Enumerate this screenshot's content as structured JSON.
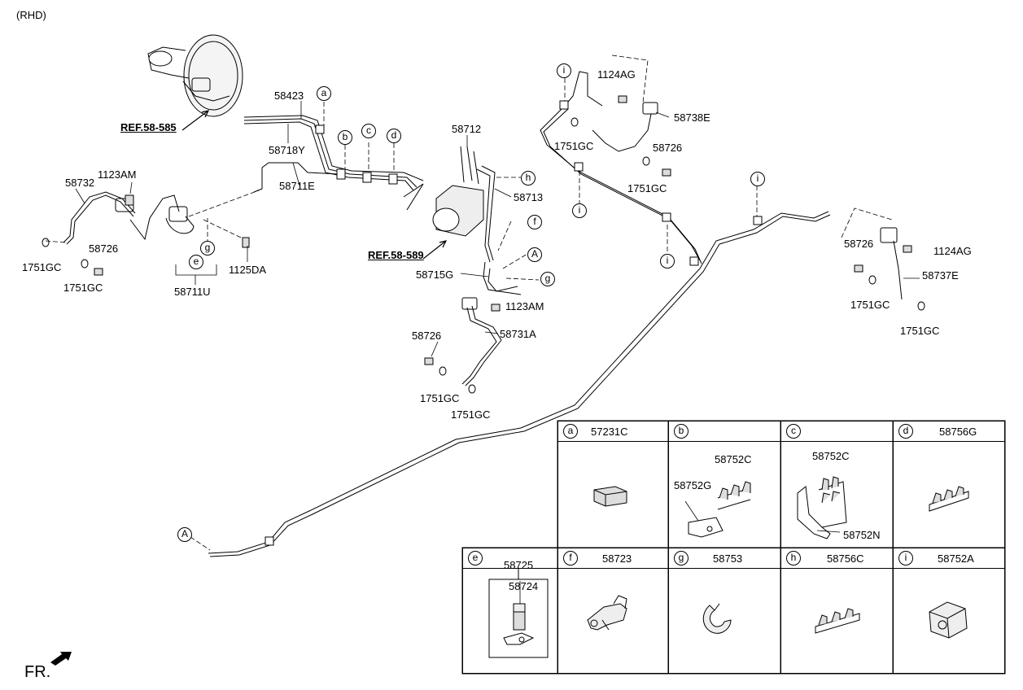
{
  "header": {
    "variant": "(RHD)"
  },
  "footer": {
    "direction": "FR."
  },
  "refs": {
    "booster": "REF.58-585",
    "hecu": "REF.58-589"
  },
  "labels": {
    "p58423": "58423",
    "p58718Y": "58718Y",
    "p58711E": "58711E",
    "p1123AM_top": "1123AM",
    "p58732": "58732",
    "p58726_left": "58726",
    "p1751GC_l1": "1751GC",
    "p1751GC_l2": "1751GC",
    "p1125DA": "1125DA",
    "p58711U": "58711U",
    "p58712": "58712",
    "p58713": "58713",
    "p58715G": "58715G",
    "p1123AM_mid": "1123AM",
    "p58731A": "58731A",
    "p58726_mid": "58726",
    "p1751GC_m1": "1751GC",
    "p1751GC_m2": "1751GC",
    "p1124AG_top": "1124AG",
    "p58738E": "58738E",
    "p1751GC_t1": "1751GC",
    "p58726_top": "58726",
    "p1751GC_t2": "1751GC",
    "p58726_right": "58726",
    "p1124AG_right": "1124AG",
    "p58737E": "58737E",
    "p1751GC_r1": "1751GC",
    "p1751GC_r2": "1751GC"
  },
  "callouts": {
    "a": "a",
    "b": "b",
    "c": "c",
    "d": "d",
    "e": "e",
    "f": "f",
    "g": "g",
    "h": "h",
    "i": "i",
    "A": "A"
  },
  "legend": {
    "a": {
      "letter": "a",
      "part": "57231C"
    },
    "b": {
      "letter": "b",
      "sub1": "58752C",
      "sub2": "58752G"
    },
    "c": {
      "letter": "c",
      "sub1": "58752C",
      "sub2": "58752N"
    },
    "d": {
      "letter": "d",
      "part": "58756G"
    },
    "e": {
      "letter": "e",
      "sub1": "58725",
      "sub2": "58724"
    },
    "f": {
      "letter": "f",
      "part": "58723"
    },
    "g": {
      "letter": "g",
      "part": "58753"
    },
    "h": {
      "letter": "h",
      "part": "58756C"
    },
    "i": {
      "letter": "i",
      "part": "58752A"
    }
  }
}
